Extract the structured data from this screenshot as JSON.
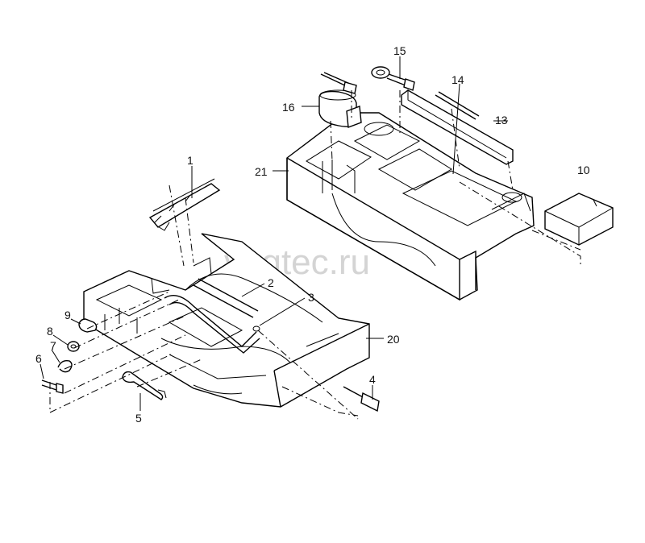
{
  "watermark": "vagtec.ru",
  "labels": {
    "p1": "1",
    "p2": "2",
    "p3": "3",
    "p4": "4",
    "p5": "5",
    "p6": "6",
    "p7": "7",
    "p8": "8",
    "p9": "9",
    "p10": "10",
    "p13": "13",
    "p14": "14",
    "p15": "15",
    "p16": "16",
    "p20": "20",
    "p21": "21"
  }
}
